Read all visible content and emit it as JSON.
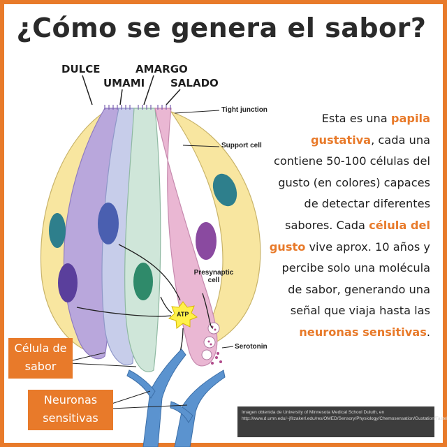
{
  "title": "¿Cómo se genera el sabor?",
  "taste_labels": {
    "dulce": "DULCE",
    "umami": "UMAMI",
    "amargo": "AMARGO",
    "salado": "SALADO"
  },
  "diagram_labels": {
    "tight_junction": "Tight junction",
    "support_cell": "Support cell",
    "presynaptic_cell": "Presynaptic\ncell",
    "atp": "ATP",
    "serotonin": "Serotonin"
  },
  "description": {
    "t1": "Esta es una ",
    "h1": "papila gustativa",
    "t2": ", cada una contiene 50-100 células del gusto (en colores) capaces de detectar diferentes sabores. Cada ",
    "h2": "célula del gusto",
    "t3": " vive aprox. 10 años y percibe solo una molécula de sabor, generando una señal que viaja hasta las ",
    "h3": "neuronas sensitivas",
    "t4": "."
  },
  "boxes": {
    "celula_de_sabor": "Célula de\nsabor",
    "neuronas_sensitivas": "Neuronas\nsensitivas"
  },
  "credit": "Imagen obtenida de University of Minnesota Medical School Duluth, en http://www.d.umn.edu/~jfitzakerl.edu/res/OMED/Sensory/Physiology/Chemosensation/Gustation/TasteBuds.html",
  "colors": {
    "accent": "#e87a2a",
    "support_cell": "#f8e6a0",
    "dulce_cell": "#b9a7dc",
    "umami_cell": "#c7cdea",
    "amargo_cell": "#cfe6d9",
    "salado_cell": "#eab7d3",
    "neuron": "#5b93cf"
  }
}
